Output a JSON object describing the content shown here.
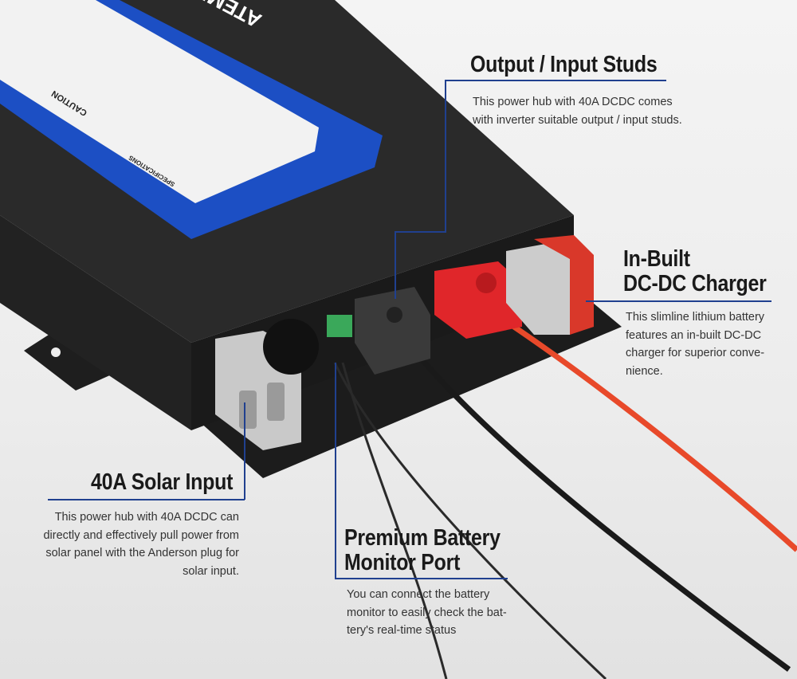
{
  "brand": {
    "logo_text": "ATEMPOWER",
    "label_caution": "CAUTION",
    "label_specs": "SPECIFICATIONS"
  },
  "callouts": {
    "studs": {
      "title": "Output / Input Studs",
      "text": [
        "This power hub with 40A DCDC comes",
        "with inverter suitable output / input studs."
      ]
    },
    "charger": {
      "title_line1": "In-Built",
      "title_line2": "DC-DC Charger",
      "text": [
        "This slimline lithium battery",
        "features an in-built DC-DC",
        "charger for superior conve-",
        "nience."
      ]
    },
    "solar": {
      "title": "40A Solar Input",
      "text": [
        "This power hub with 40A DCDC can",
        "directly and effectively pull power from",
        "solar panel with the Anderson plug for",
        "solar input."
      ]
    },
    "monitor": {
      "title_line1": "Premium Battery",
      "title_line2": "Monitor Port",
      "text": [
        "You can connect the battery",
        "monitor to easily check the bat-",
        "tery's real-time status"
      ]
    }
  },
  "colors": {
    "accent_line": "#20408f",
    "device_body": "#262626",
    "label_blue": "#1c4fc4",
    "red_terminal": "#e0262a",
    "anderson_gray": "#c9c9c9"
  }
}
